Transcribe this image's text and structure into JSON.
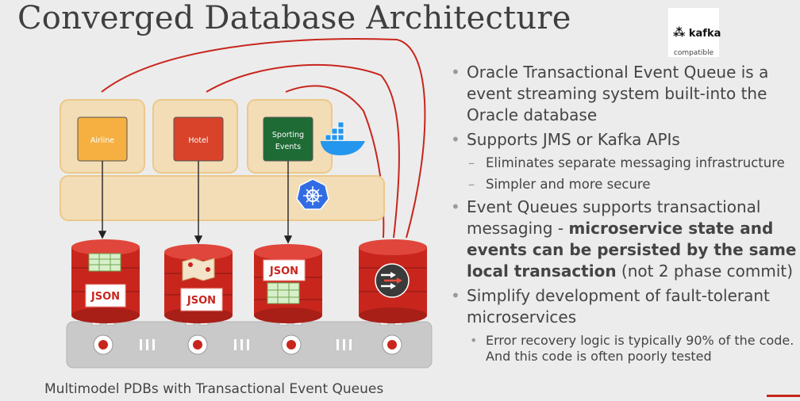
{
  "title": "Converged Database Architecture",
  "kafka_logo": {
    "name": "kafka",
    "subtitle": "compatible"
  },
  "services": [
    {
      "line1": "Airline",
      "line2": "",
      "color": "#f5b041"
    },
    {
      "line1": "Hotel",
      "line2": "",
      "color": "#d8432a"
    },
    {
      "line1": "Sporting",
      "line2": "Events",
      "color": "#1f6b35"
    }
  ],
  "json_label": "JSON",
  "bullets": {
    "b1": "Oracle Transactional Event Queue is a event streaming system built-into the Oracle database",
    "b2": "Supports JMS or Kafka APIs",
    "b2_sub1": "Eliminates separate messaging infrastructure",
    "b2_sub2": "Simpler and more secure",
    "b3_pre": "Event Queues supports transactional messaging - ",
    "b3_bold": "microservice state and events can be persisted by  the same local transaction",
    "b3_post": " (not 2 phase commit)",
    "b4": "Simplify development of fault-tolerant microservices",
    "b4_sub1": "Error recovery logic is typically 90% of the code. And this code is often poorly tested"
  },
  "caption": "Multimodel PDBs with Transactional Event Queues",
  "colors": {
    "oracle_red": "#c8261d",
    "tan": "#f2ddb6",
    "tan_border": "#ecc88a",
    "green": "#1f6b35",
    "kubernetes_blue": "#326ce5",
    "docker_blue": "#2496ed"
  },
  "icons": [
    "docker-icon",
    "kubernetes-icon",
    "kafka-icon",
    "map-icon",
    "table-icon",
    "event-stream-icon"
  ]
}
